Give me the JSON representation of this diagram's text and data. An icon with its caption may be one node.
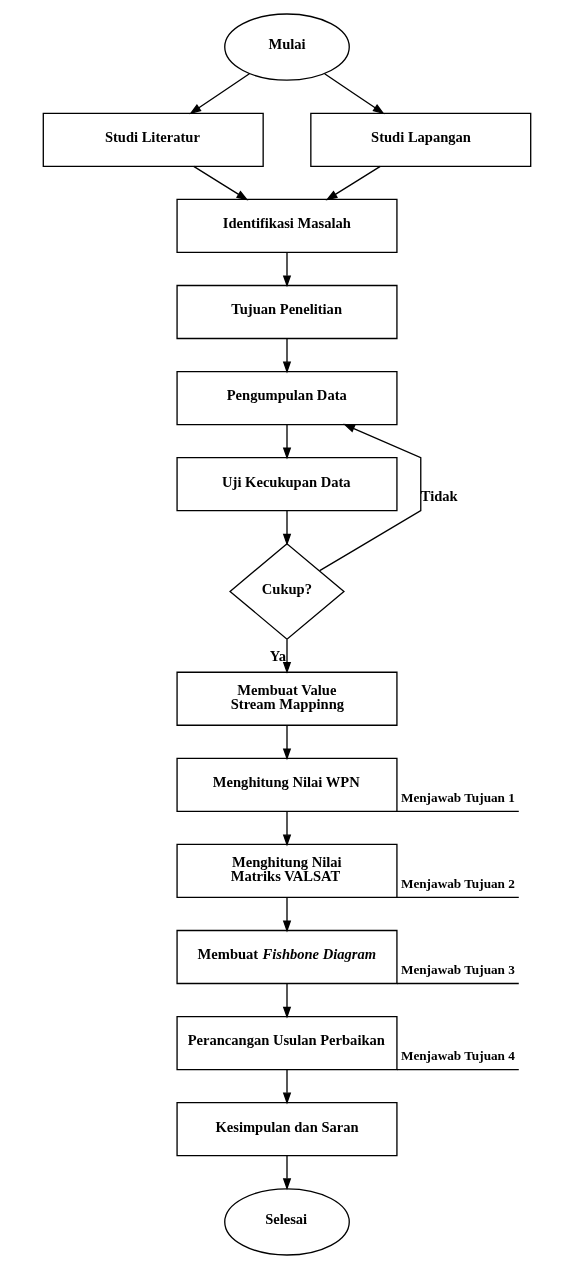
{
  "diagram": {
    "nodes": [
      {
        "text": [
          "Mulai"
        ]
      },
      {
        "text": [
          "Studi Literatur"
        ]
      },
      {
        "text": [
          "Studi Lapangan"
        ]
      },
      {
        "text": [
          "Identifikasi Masalah"
        ]
      },
      {
        "text": [
          "Tujuan Penelitian"
        ]
      },
      {
        "text": [
          "Pengumpulan Data"
        ]
      },
      {
        "text": [
          "Uji Kecukupan Data"
        ]
      },
      {
        "text": [
          "Cukup?"
        ]
      },
      {
        "text": [
          "Membuat Value Stream Mappinng"
        ]
      },
      {
        "text": [
          "Menghitung Nilai WPN"
        ],
        "beside": [
          "Menjawab Tujuan 1"
        ]
      },
      {
        "text": [
          "Menghitung Nilai Matriks VALSAT"
        ],
        "beside": [
          "Menjawab Tujuan 2"
        ]
      },
      {
        "text": [
          "Membuat *Fishbone Diagram*"
        ],
        "beside": [
          "Menjawab Tujuan 3"
        ]
      },
      {
        "text": [
          "Perancangan Usulan Perbaikan"
        ],
        "beside": [
          "Menjawab Tujuan 4"
        ]
      },
      {
        "text": [
          "Kesimpulan dan Saran"
        ]
      },
      {
        "text": [
          "Selesai"
        ]
      }
    ],
    "edges": [
      {
        "from": 0,
        "to": 1,
        "arrow": "to"
      },
      {
        "from": 0,
        "to": 2,
        "arrow": "to"
      },
      {
        "from": 1,
        "to": 3,
        "arrow": "to"
      },
      {
        "from": 2,
        "to": 3,
        "arrow": "to"
      },
      {
        "from": 3,
        "to": 4,
        "arrow": "to"
      },
      {
        "from": 4,
        "to": 5,
        "arrow": "to"
      },
      {
        "from": 5,
        "to": 6,
        "arrow": "to"
      },
      {
        "from": 6,
        "to": 7,
        "arrow": "to"
      },
      {
        "from": 7,
        "to": 5,
        "arrow": "to",
        "label": "Tidak"
      },
      {
        "from": 7,
        "to": 8,
        "arrow": "to",
        "label": "Ya"
      },
      {
        "from": 8,
        "to": 9,
        "arrow": "to"
      },
      {
        "from": 9,
        "to": 10,
        "arrow": "to"
      },
      {
        "from": 10,
        "to": 11,
        "arrow": "to"
      },
      {
        "from": 11,
        "to": 12,
        "arrow": "to"
      },
      {
        "from": 12,
        "to": 13,
        "arrow": "to"
      },
      {
        "from": 13,
        "to": 14,
        "arrow": "to"
      }
    ]
  }
}
